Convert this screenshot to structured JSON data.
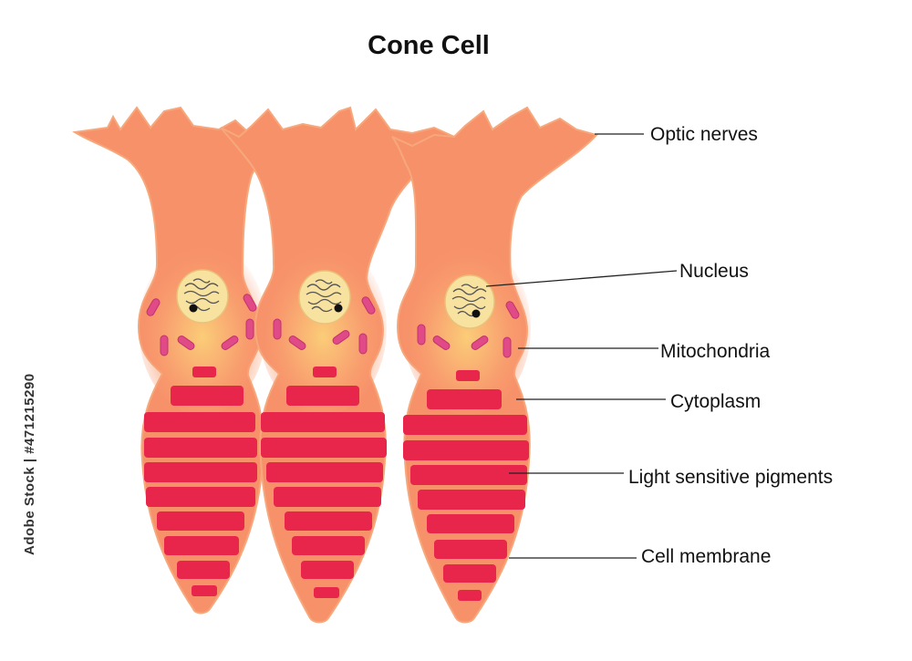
{
  "title": "Cone Cell",
  "labels": {
    "optic_nerves": "Optic nerves",
    "nucleus": "Nucleus",
    "mitochondria": "Mitochondria",
    "cytoplasm": "Cytoplasm",
    "light_sensitive_pigments": "Light sensitive pigments",
    "cell_membrane": "Cell membrane"
  },
  "credit": "Adobe Stock | #471215290",
  "colors": {
    "cell_body": "#f7916a",
    "cell_glow": "#fbcd78",
    "cell_outline": "#f6a87c",
    "pigment": "#e8254a",
    "mitochondria": "#e04a86",
    "nucleus": "#f8e2a0",
    "leader_line": "#222222"
  }
}
